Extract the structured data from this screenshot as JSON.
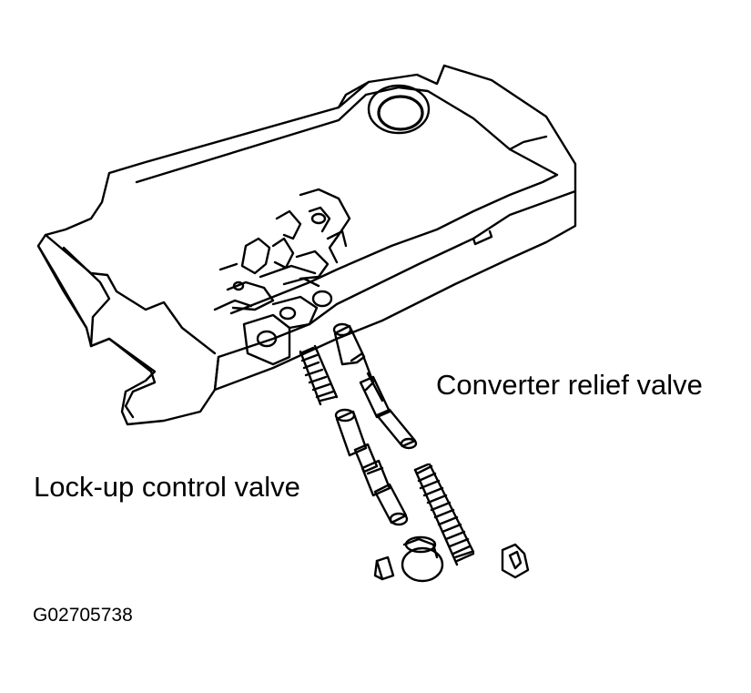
{
  "labels": {
    "converter_relief_valve": "Converter relief valve",
    "lockup_control_valve": "Lock-up control valve",
    "figure_code": "G02705738"
  },
  "colors": {
    "line": "#000000",
    "background": "#ffffff"
  }
}
